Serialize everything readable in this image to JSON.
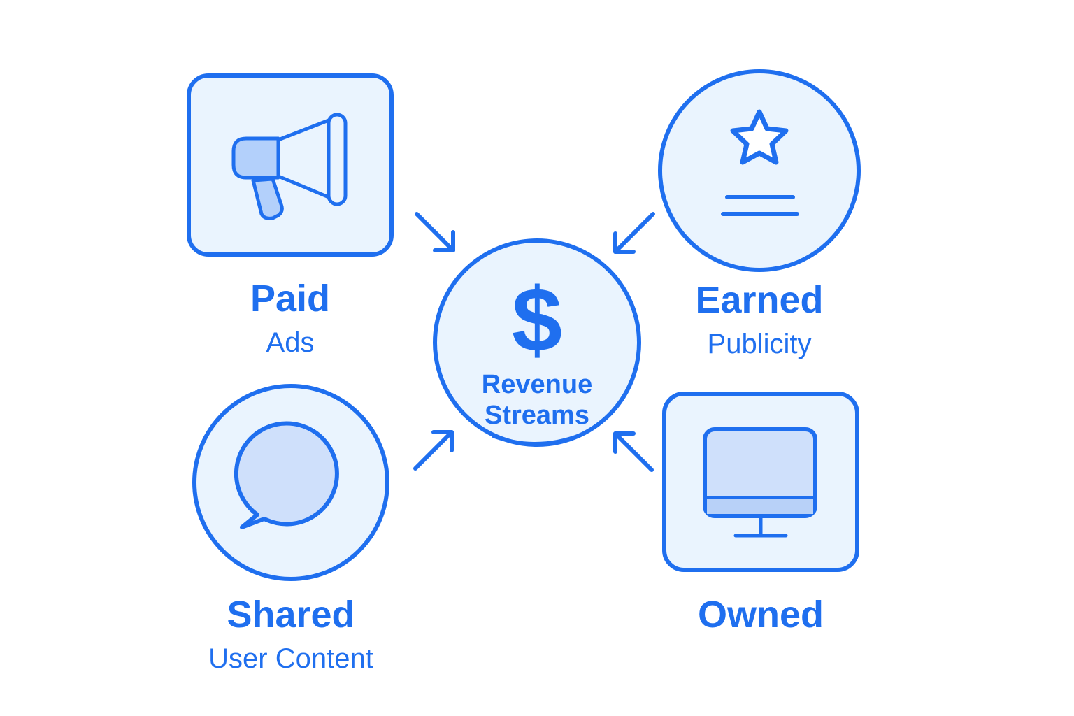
{
  "colors": {
    "accent": "#1f6fef",
    "fill_light": "#eaf4fe",
    "fill_icon": "#cfe0fb"
  },
  "center": {
    "symbol": "$",
    "title_line1": "Revenue",
    "title_line2": "Streams",
    "icon": "dollar-sign-icon"
  },
  "nodes": {
    "paid": {
      "title": "Paid",
      "subtitle": "Ads",
      "icon": "megaphone-icon"
    },
    "earned": {
      "title": "Earned",
      "subtitle": "Publicity",
      "icon": "star-award-icon"
    },
    "shared": {
      "title": "Shared",
      "subtitle": "User Content",
      "icon": "chat-bubble-icon"
    },
    "owned": {
      "title": "Owned",
      "subtitle": "",
      "icon": "monitor-icon"
    }
  }
}
